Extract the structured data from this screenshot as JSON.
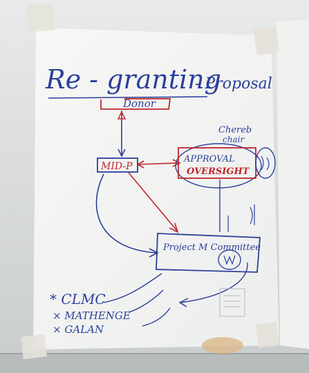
{
  "chart": {
    "title": "Re - granting",
    "subtitle": "- Proposal",
    "nodes": {
      "donor": "Donor",
      "mid": "MID-P",
      "approval_line1": "APPROVAL",
      "approval_line2": "OVERSIGHT",
      "chair_line1": "Chereb",
      "chair_line2": "chair",
      "pmc": "Project M Committee"
    },
    "list": [
      "* CLMC",
      "× MATHENGE",
      "× GALAN"
    ]
  },
  "colors": {
    "blue_marker": "#2b3f9a",
    "red_marker": "#c0262b",
    "paper": "#f4f4f2",
    "board": "#d8dadb"
  }
}
